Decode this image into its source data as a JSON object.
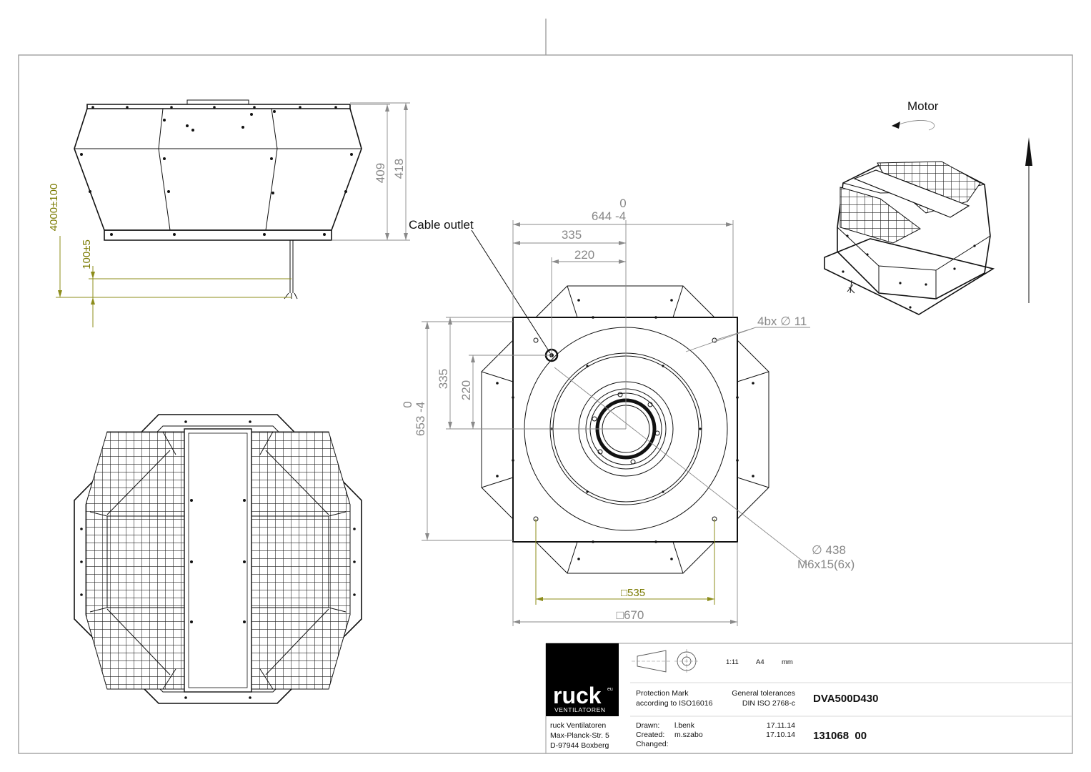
{
  "drawing": {
    "side_view": {
      "dim_height_body": "409",
      "dim_height_total": "418",
      "dim_cable_length": "4000±100",
      "dim_cable_offset": "100±5"
    },
    "top_view": {
      "cable_outlet_label": "Cable outlet",
      "dim_x_zero": "0",
      "dim_x_total": "644 -4",
      "dim_x_335": "335",
      "dim_x_220": "220",
      "dim_y_zero": "0",
      "dim_y_total": "653 -4",
      "dim_y_335": "335",
      "dim_y_220": "220",
      "holes_label": "4bx ∅ 11",
      "diameter_label": "∅ 438",
      "thread_label": "M6x15(6x)",
      "dim_base_inner": "□535",
      "dim_base_outer": "□670"
    },
    "iso_view": {
      "motor_label": "Motor"
    }
  },
  "title_block": {
    "logo_text": "ruck",
    "logo_sup": "eu",
    "logo_sub": "VENTILATOREN",
    "company_name": "ruck Ventilatoren",
    "company_street": "Max-Planck-Str. 5",
    "company_city": "D-97944 Boxberg",
    "scale": "1:11",
    "paper": "A4",
    "units": "mm",
    "protection_mark_1": "Protection Mark",
    "protection_mark_2": "according to ISO16016",
    "tolerances_1": "General tolerances",
    "tolerances_2": "DIN ISO 2768-c",
    "product_code": "DVA500D430",
    "drawn_label": "Drawn:",
    "drawn_by": "l.benk",
    "drawn_date": "17.11.14",
    "created_label": "Created:",
    "created_by": "m.szabo",
    "created_date": "17.10.14",
    "changed_label": "Changed:",
    "drawing_number": "131068  00"
  }
}
